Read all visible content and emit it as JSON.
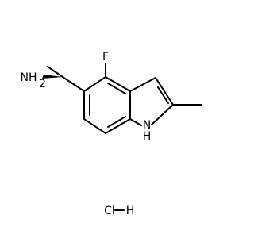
{
  "molecule": {
    "atoms": {
      "fluorine": "F",
      "amine": "NH",
      "amine_subscript": "2",
      "indole_n": "N",
      "indole_h": "H",
      "salt": "Cl",
      "salt_h": "H"
    },
    "colors": {
      "bond": "#000000",
      "label": "#000000",
      "background": "#ffffff"
    }
  }
}
